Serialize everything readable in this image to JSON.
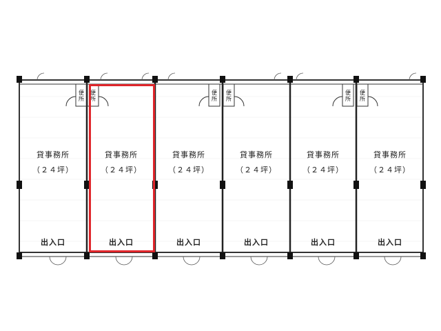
{
  "highlight_color": "#e0262b",
  "units": [
    {
      "name": "貸事務所",
      "size": "（２４坪）",
      "exit": "出入口",
      "toilet_text": "便所",
      "highlighted": false
    },
    {
      "name": "貸事務所",
      "size": "（２４坪）",
      "exit": "出入口",
      "toilet_text": "便所",
      "highlighted": true
    },
    {
      "name": "貸事務所",
      "size": "（２４坪）",
      "exit": "出入口",
      "toilet_text": "便所",
      "highlighted": false
    },
    {
      "name": "貸事務所",
      "size": "（２４坪）",
      "exit": "出入口",
      "toilet_text": "便所",
      "highlighted": false
    },
    {
      "name": "貸事務所",
      "size": "（２４坪）",
      "exit": "出入口",
      "toilet_text": "便所",
      "highlighted": false
    },
    {
      "name": "貸事務所",
      "size": "（２４坪）",
      "exit": "出入口",
      "toilet_text": "便所",
      "highlighted": false
    }
  ]
}
